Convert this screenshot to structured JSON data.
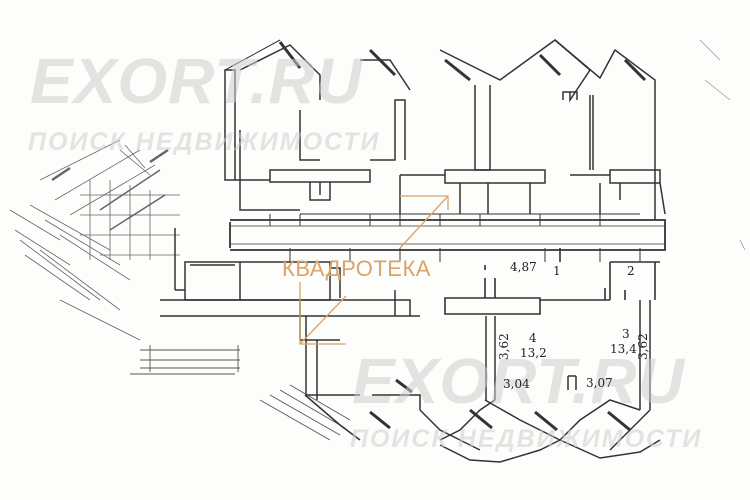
{
  "watermarks": {
    "top_brand": "EXORT.RU",
    "top_tagline": "ПОИСК НЕДВИЖИМОСТИ",
    "bottom_brand": "EXORT.RU",
    "bottom_tagline": "ПОИСК НЕДВИЖИМОСТИ"
  },
  "logo": {
    "text": "КВАДРОТЕКА",
    "color": "#d9a36a"
  },
  "rooms": [
    {
      "number": "1",
      "area": "4,87"
    },
    {
      "number": "2",
      "area": ""
    },
    {
      "number": "3",
      "area": "13,4"
    },
    {
      "number": "4",
      "area": "13,2"
    }
  ],
  "dimensions": {
    "room4_height": "3,62",
    "room3_height": "3,62",
    "room4_width": "3,04",
    "room3_width": "3,07"
  },
  "colors": {
    "line": "#333333",
    "watermark": "#cfcfcf"
  }
}
